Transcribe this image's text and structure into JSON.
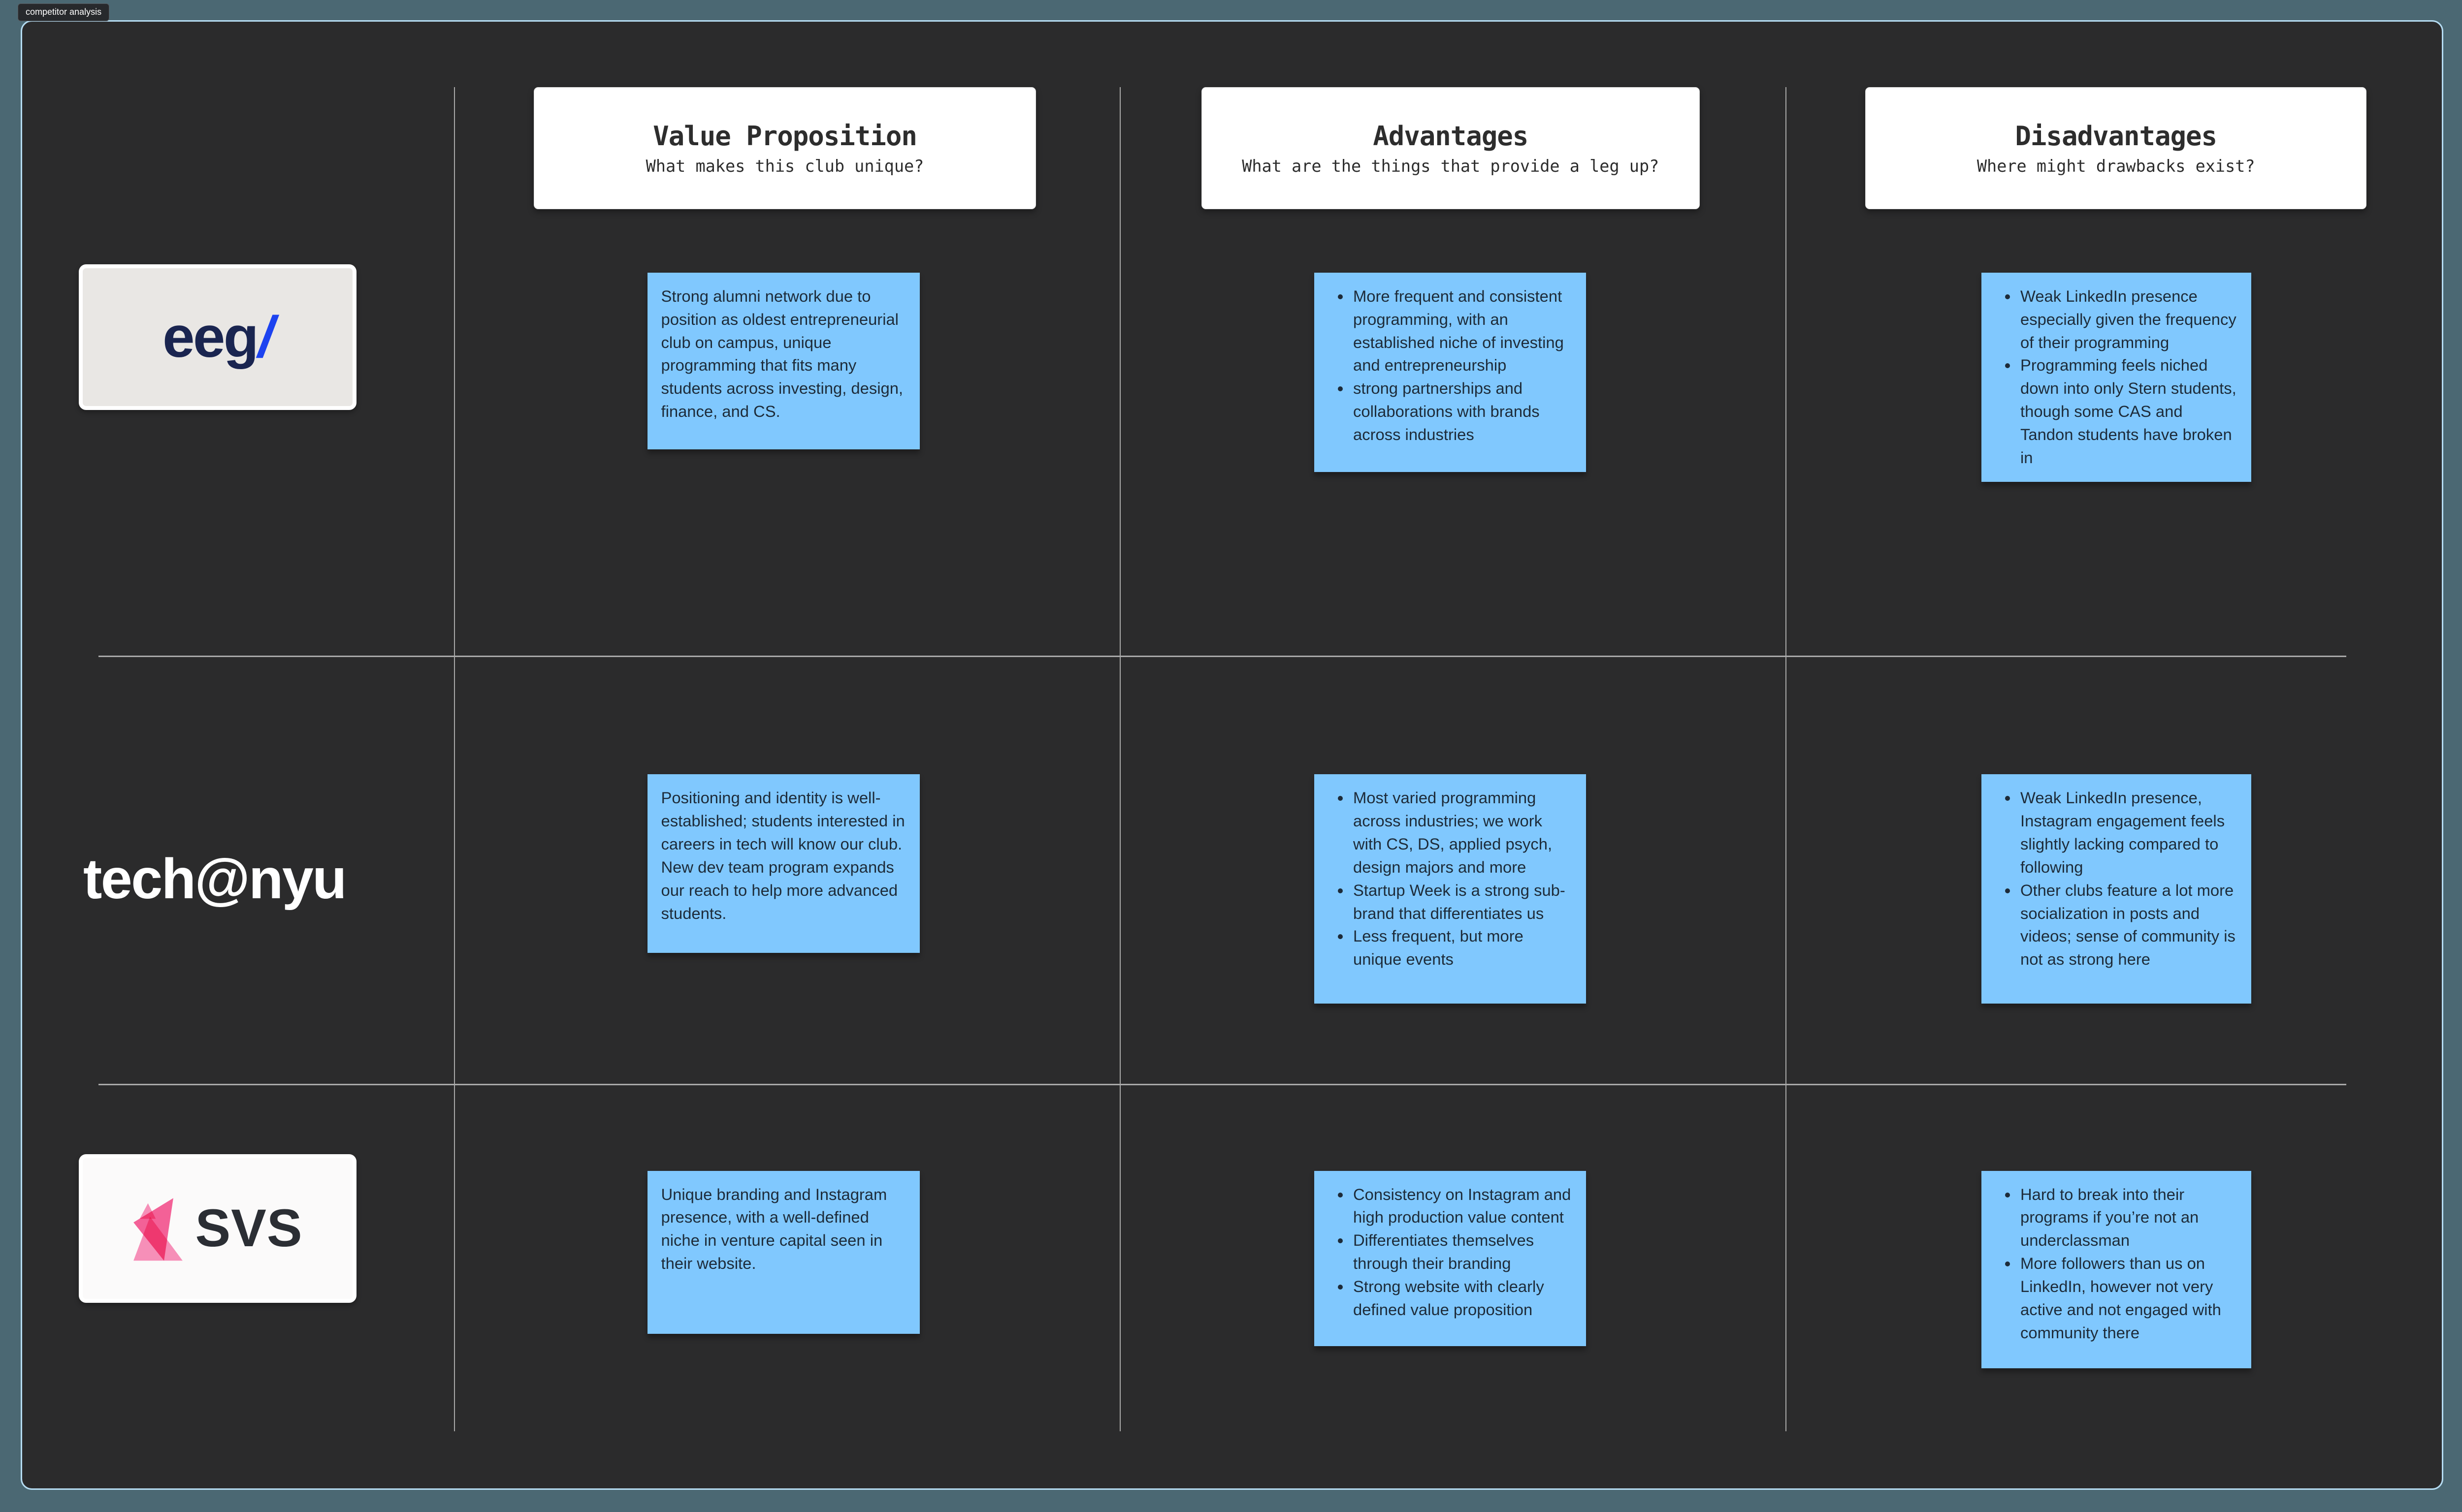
{
  "frame_label": "competitor analysis",
  "columns": [
    {
      "key": "value_proposition",
      "title": "Value Proposition",
      "subtitle": "What makes this club unique?"
    },
    {
      "key": "advantages",
      "title": "Advantages",
      "subtitle": "What are the things that provide a leg up?"
    },
    {
      "key": "disadvantages",
      "title": "Disadvantages",
      "subtitle": "Where might drawbacks exist?"
    }
  ],
  "competitors": [
    {
      "key": "eeg",
      "logo_text": "eeg",
      "logo_slash": "/"
    },
    {
      "key": "technyu",
      "logo_text": "tech@nyu"
    },
    {
      "key": "svs",
      "logo_text": "SVS"
    }
  ],
  "notes": {
    "eeg_value_proposition": {
      "text": "Strong alumni network due to position as oldest entrepreneurial club on campus, unique programming that fits many students across investing, design, finance, and CS."
    },
    "eeg_advantages": {
      "items": [
        "More frequent and consistent programming, with an established niche of investing and entrepreneurship",
        "strong partnerships and collaborations with brands across industries"
      ]
    },
    "eeg_disadvantages": {
      "items": [
        "Weak LinkedIn presence especially given the frequency of their programming",
        "Programming feels  niched down into only Stern students, though some CAS and Tandon students have broken in"
      ]
    },
    "technyu_value_proposition": {
      "text": "Positioning and identity is well-established; students interested in careers in tech will know our club. New dev team program expands our reach to help more advanced students."
    },
    "technyu_advantages": {
      "items": [
        "Most varied programming across industries; we work with CS, DS, applied psych, design majors and more",
        "Startup Week is a strong sub-brand that differentiates us",
        "Less frequent, but more unique events"
      ]
    },
    "technyu_disadvantages": {
      "items": [
        "Weak LinkedIn presence, Instagram engagement feels slightly lacking compared to following",
        "Other clubs feature a lot more socialization in posts and videos; sense of community is not as strong here"
      ]
    },
    "svs_value_proposition": {
      "text": "Unique branding and Instagram presence, with a well-defined niche in venture capital seen in their website."
    },
    "svs_advantages": {
      "items": [
        "Consistency on Instagram and high production value content",
        "Differentiates themselves through their branding",
        "Strong website with clearly defined value proposition"
      ]
    },
    "svs_disadvantages": {
      "items": [
        "Hard to break into their programs if you’re not an underclassman",
        "More followers than us on LinkedIn, however not very active and not engaged with community there"
      ]
    }
  },
  "colors": {
    "canvas_background": "#4b6873",
    "frame_background": "#2b2b2c",
    "frame_selection_border": "#b5dcf2",
    "grid_line": "#a9a9a9",
    "sticky_note": "#80c8fe",
    "sticky_text": "#1d2b39",
    "eeg_navy": "#1a2550",
    "eeg_slash_blue": "#1d43f0",
    "svs_pink": "#f74f8e",
    "technyu_white": "#ffffff"
  }
}
